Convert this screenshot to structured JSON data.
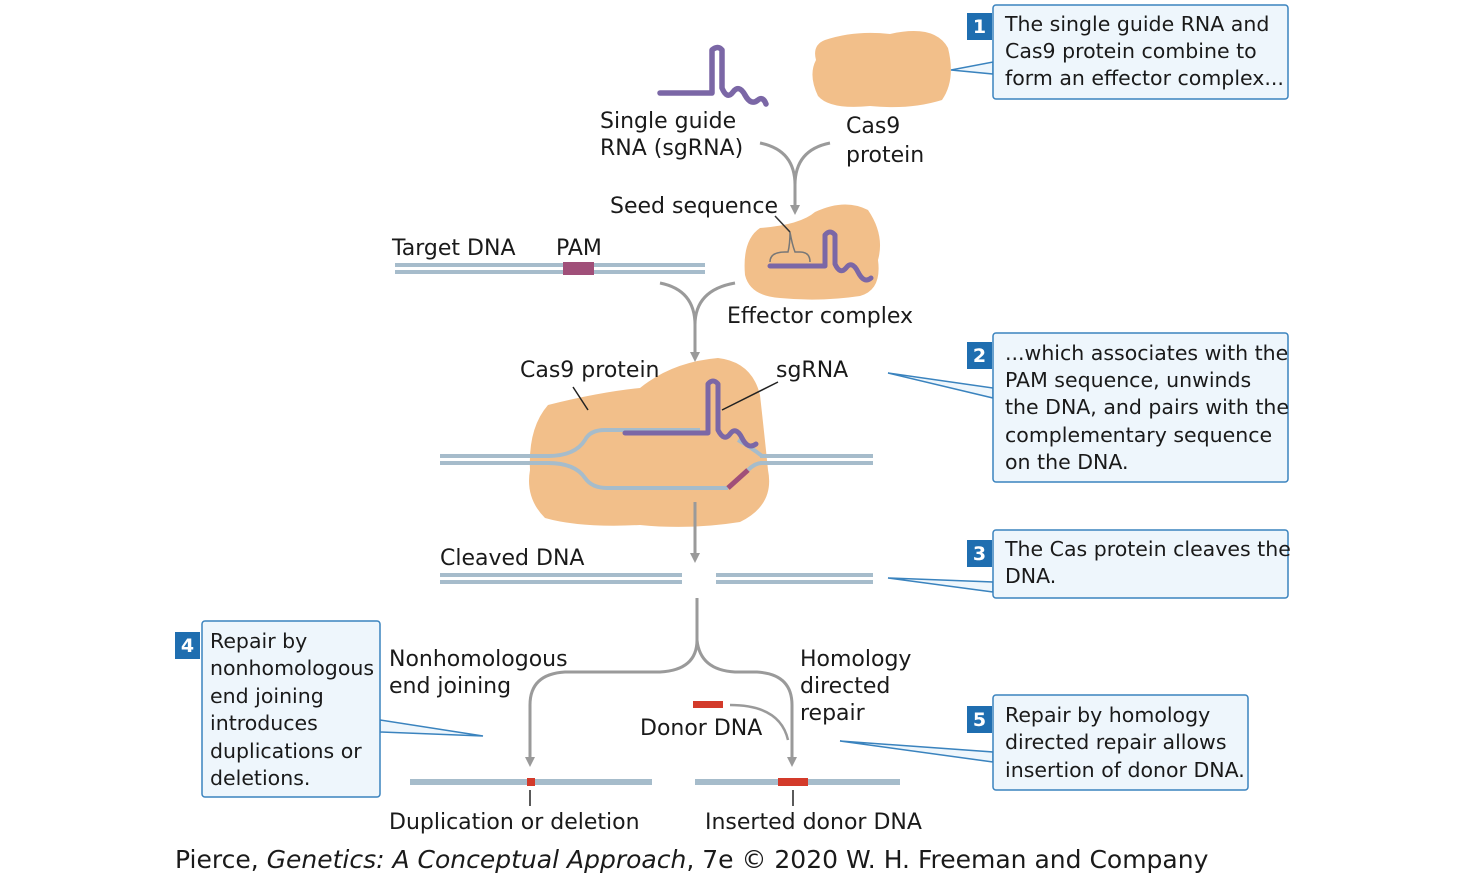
{
  "labels": {
    "sgrna_line1": "Single guide",
    "sgrna_line2": "RNA (sgRNA)",
    "cas9_line1": "Cas9",
    "cas9_line2": "protein",
    "seed_sequence": "Seed sequence",
    "target_dna": "Target DNA",
    "pam": "PAM",
    "effector_complex": "Effector complex",
    "cas9_protein": "Cas9 protein",
    "sgrna": "sgRNA",
    "cleaved_dna": "Cleaved DNA",
    "nhej_line1": "Nonhomologous",
    "nhej_line2": "end joining",
    "hdr_line1": "Homology",
    "hdr_line2": "directed",
    "hdr_line3": "repair",
    "donor_dna": "Donor DNA",
    "duplication_or_deletion": "Duplication or deletion",
    "inserted_donor_dna": "Inserted donor DNA"
  },
  "callouts": [
    {
      "number": "1",
      "lines": [
        "The single guide RNA and",
        "Cas9 protein combine to",
        "form an effector complex..."
      ]
    },
    {
      "number": "2",
      "lines": [
        "...which associates with the",
        "PAM sequence, unwinds",
        "the DNA, and pairs with the",
        "complementary sequence",
        "on the DNA."
      ]
    },
    {
      "number": "3",
      "lines": [
        "The Cas protein cleaves the",
        "DNA."
      ]
    },
    {
      "number": "4",
      "lines": [
        "Repair by",
        "nonhomologous",
        "end joining",
        "introduces",
        "duplications or",
        "deletions."
      ]
    },
    {
      "number": "5",
      "lines": [
        "Repair by homology",
        "directed repair allows",
        "insertion of donor DNA."
      ]
    }
  ],
  "credit": {
    "author": "Pierce, ",
    "title": "Genetics: A Conceptual Approach",
    "rest": ", 7e © 2020 W. H. Freeman and Company"
  },
  "colors": {
    "protein": "#f2bf8a",
    "rna": "#7b67a6",
    "dna": "#a6bccb",
    "pam": "#a04f79",
    "donor": "#d33a2a",
    "arrow": "#9a9a9a",
    "callout_border": "#3a83be",
    "callout_fill": "#eef6fc",
    "badge": "#1f6eb0"
  }
}
